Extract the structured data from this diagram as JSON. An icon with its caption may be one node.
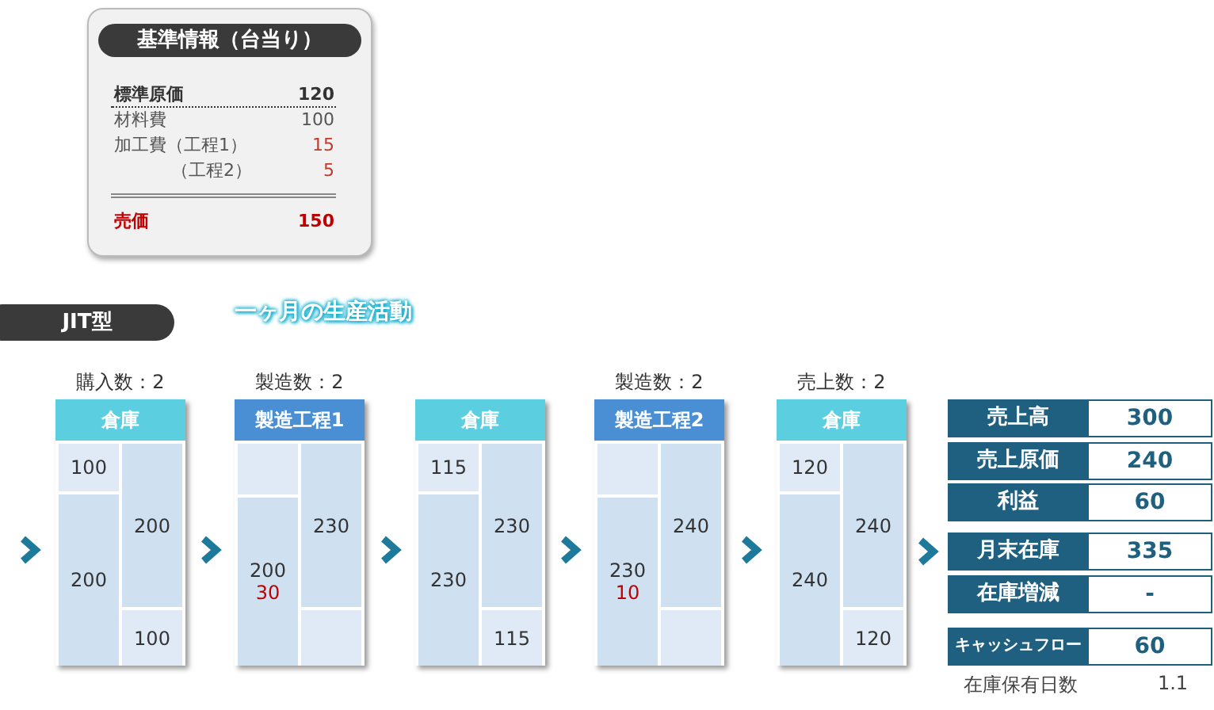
{
  "diagram": {
    "title": "一ヶ月の生産活動",
    "nodes": [
      {
        "text": [
          "基準情報（台当り）"
        ]
      },
      {
        "text": [
          "JIT型"
        ]
      },
      {
        "text": [
          "倉庫"
        ],
        "beside": [
          "購入数：2"
        ]
      },
      {
        "text": [
          "100"
        ],
        "in": 2
      },
      {
        "text": [
          "200"
        ],
        "in": 2
      },
      {
        "text": [
          "200"
        ],
        "in": 2
      },
      {
        "text": [
          "100"
        ],
        "in": 2
      },
      {
        "text": [
          "製造工程1"
        ],
        "beside": [
          "製造数：2"
        ]
      },
      {
        "text": [],
        "shape": "box",
        "in": 7
      },
      {
        "text": [
          "230"
        ],
        "in": 7
      },
      {
        "text": [
          "200",
          "30"
        ],
        "in": 7
      },
      {
        "text": [],
        "shape": "box",
        "in": 7
      },
      {
        "text": [
          "倉庫"
        ]
      },
      {
        "text": [
          "115"
        ],
        "in": 12
      },
      {
        "text": [
          "230"
        ],
        "in": 12
      },
      {
        "text": [
          "230"
        ],
        "in": 12
      },
      {
        "text": [
          "115"
        ],
        "in": 12
      },
      {
        "text": [
          "製造工程2"
        ],
        "beside": [
          "製造数：2"
        ]
      },
      {
        "text": [],
        "shape": "box",
        "in": 17
      },
      {
        "text": [
          "240"
        ],
        "in": 17
      },
      {
        "text": [
          "230",
          "10"
        ],
        "in": 17
      },
      {
        "text": [],
        "shape": "box",
        "in": 17
      },
      {
        "text": [
          "倉庫"
        ],
        "beside": [
          "売上数：2"
        ]
      },
      {
        "text": [
          "120"
        ],
        "in": 22
      },
      {
        "text": [
          "240"
        ],
        "in": 22
      },
      {
        "text": [
          "240"
        ],
        "in": 22
      },
      {
        "text": [
          "120"
        ],
        "in": 22
      },
      {
        "text": [
          "売上高",
          "300"
        ]
      },
      {
        "text": [
          "売上原価",
          "240"
        ]
      },
      {
        "text": [
          "利益",
          "60"
        ]
      },
      {
        "text": [
          "月末在庫",
          "335"
        ]
      },
      {
        "text": [
          "在庫増減",
          "-"
        ]
      },
      {
        "text": [
          "キャッシュフロー",
          "60"
        ]
      }
    ],
    "edges": [
      {
        "from": null,
        "to": 2,
        "arrow": "to"
      },
      {
        "from": 2,
        "to": 7,
        "arrow": "to"
      },
      {
        "from": 7,
        "to": 12,
        "arrow": "to"
      },
      {
        "from": 12,
        "to": 17,
        "arrow": "to"
      },
      {
        "from": 17,
        "to": 22,
        "arrow": "to"
      },
      {
        "from": 22,
        "to": 30,
        "arrow": "to"
      }
    ],
    "labels": [
      "標準原価",
      "120",
      "材料費",
      "100",
      "加工費（工程1）",
      "15",
      "（工程2）",
      "5",
      "売価",
      "150",
      "在庫保有日数",
      "1.1"
    ]
  }
}
